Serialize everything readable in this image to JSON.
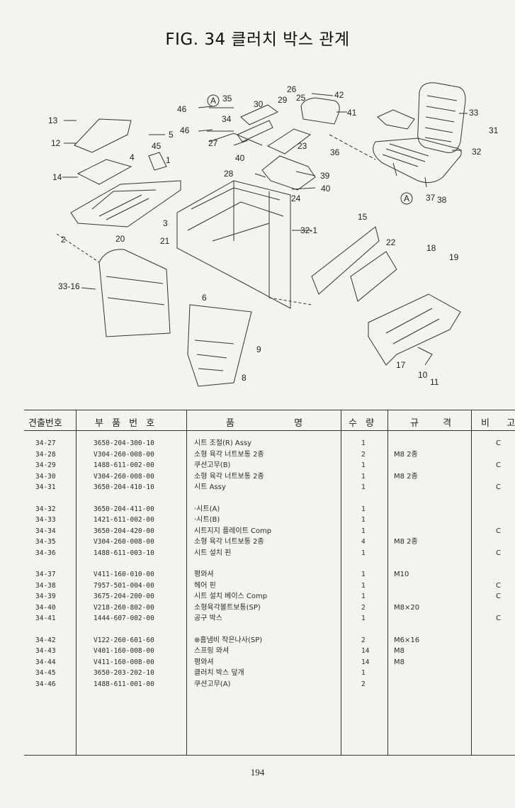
{
  "title": "FIG. 34 클러치 박스 관계",
  "callouts": {
    "c1": "1",
    "c2": "2",
    "c3": "3",
    "c4": "4",
    "c5": "5",
    "c6": "6",
    "c8": "8",
    "c9": "9",
    "c10": "10",
    "c11": "11",
    "c12": "12",
    "c13": "13",
    "c14": "14",
    "c15": "15",
    "c16": "33-16",
    "c17": "17",
    "c18": "18",
    "c19": "19",
    "c20": "20",
    "c21": "21",
    "c22": "22",
    "c23": "23",
    "c24": "24",
    "c25": "25",
    "c26": "26",
    "c27": "27",
    "c28": "28",
    "c29": "29",
    "c30": "30",
    "c31": "31",
    "c32": "32",
    "c321": "32-1",
    "c33": "33",
    "c34": "34",
    "c35": "35",
    "c36": "36",
    "c37": "37",
    "c38": "38",
    "c39": "39",
    "c40a": "40",
    "c40b": "40",
    "c41": "41",
    "c42": "42",
    "c45": "45",
    "c46a": "46",
    "c46b": "46",
    "markerA": "A"
  },
  "table": {
    "headers": [
      "견출번호",
      "부 품 번 호",
      "품 명",
      "수 량",
      "규 격",
      "비 고"
    ],
    "groups": [
      [
        {
          "no": "34-27",
          "part": "3650-204-300-10",
          "name": "시트 조절(R) Assy",
          "qty": "1",
          "spec": "",
          "note": "C"
        },
        {
          "no": "34-28",
          "part": "V304-260-008-00",
          "name": "소형 육각 너트보통 2종",
          "qty": "2",
          "spec": "M8 2종",
          "note": ""
        },
        {
          "no": "34-29",
          "part": "1488-611-002-00",
          "name": "쿠션고무(B)",
          "qty": "1",
          "spec": "",
          "note": "C"
        },
        {
          "no": "34-30",
          "part": "V304-260-008-00",
          "name": "소형 육각 너트보통 2종",
          "qty": "1",
          "spec": "M8 2종",
          "note": ""
        },
        {
          "no": "34-31",
          "part": "3650-204-410-10",
          "name": "시트 Assy",
          "qty": "1",
          "spec": "",
          "note": "C"
        }
      ],
      [
        {
          "no": "34-32",
          "part": "3650-204-411-00",
          "name": "·시트(A)",
          "qty": "1",
          "spec": "",
          "note": ""
        },
        {
          "no": "34-33",
          "part": "1421-611-002-00",
          "name": "·시트(B)",
          "qty": "1",
          "spec": "",
          "note": ""
        },
        {
          "no": "34-34",
          "part": "3650-204-420-00",
          "name": "시트지지 플레이트 Comp",
          "qty": "1",
          "spec": "",
          "note": "C"
        },
        {
          "no": "34-35",
          "part": "V304-260-008-00",
          "name": "소형 육각 너트보통 2종",
          "qty": "4",
          "spec": "M8 2종",
          "note": ""
        },
        {
          "no": "34-36",
          "part": "1488-611-003-10",
          "name": "시트 설치 핀",
          "qty": "1",
          "spec": "",
          "note": "C"
        }
      ],
      [
        {
          "no": "34-37",
          "part": "V411-160-010-00",
          "name": "평와셔",
          "qty": "1",
          "spec": "M10",
          "note": ""
        },
        {
          "no": "34-38",
          "part": "7957-501-004-00",
          "name": "헤어 핀",
          "qty": "1",
          "spec": "",
          "note": "C"
        },
        {
          "no": "34-39",
          "part": "3675-204-200-00",
          "name": "시트 설치 베이스 Comp",
          "qty": "1",
          "spec": "",
          "note": "C"
        },
        {
          "no": "34-40",
          "part": "V218-260-802-00",
          "name": "소형육각볼트보통(SP)",
          "qty": "2",
          "spec": "M8×20",
          "note": ""
        },
        {
          "no": "34-41",
          "part": "1444-607-002-00",
          "name": "공구 박스",
          "qty": "1",
          "spec": "",
          "note": "C"
        }
      ],
      [
        {
          "no": "34-42",
          "part": "V122-260-601-60",
          "name": "⊕홈냄비 작은나사(SP)",
          "qty": "2",
          "spec": "M6×16",
          "note": ""
        },
        {
          "no": "34-43",
          "part": "V401-160-008-00",
          "name": "스프링 와셔",
          "qty": "14",
          "spec": "M8",
          "note": ""
        },
        {
          "no": "34-44",
          "part": "V411-160-008-00",
          "name": "평와셔",
          "qty": "14",
          "spec": "M8",
          "note": ""
        },
        {
          "no": "34-45",
          "part": "3650-203-202-10",
          "name": "클러치 박스 덮개",
          "qty": "1",
          "spec": "",
          "note": ""
        },
        {
          "no": "34-46",
          "part": "1488-611-001-00",
          "name": "쿠션고무(A)",
          "qty": "2",
          "spec": "",
          "note": ""
        }
      ]
    ]
  },
  "page_number": "194"
}
